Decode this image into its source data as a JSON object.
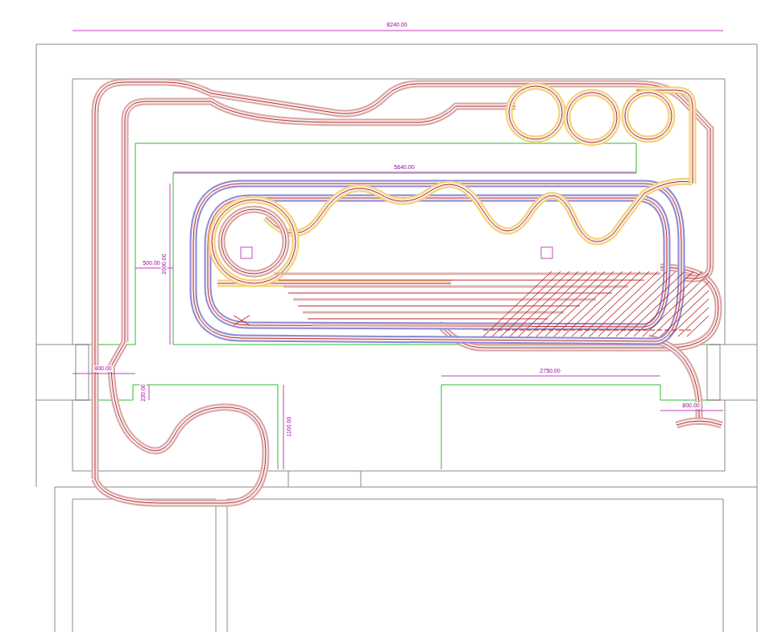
{
  "diagram": {
    "labels": [
      "8240.00",
      "5640.00",
      "500.00",
      "2000.00",
      "800.00",
      "220.00",
      "1100.00",
      "2750.00",
      "800.00"
    ]
  }
}
